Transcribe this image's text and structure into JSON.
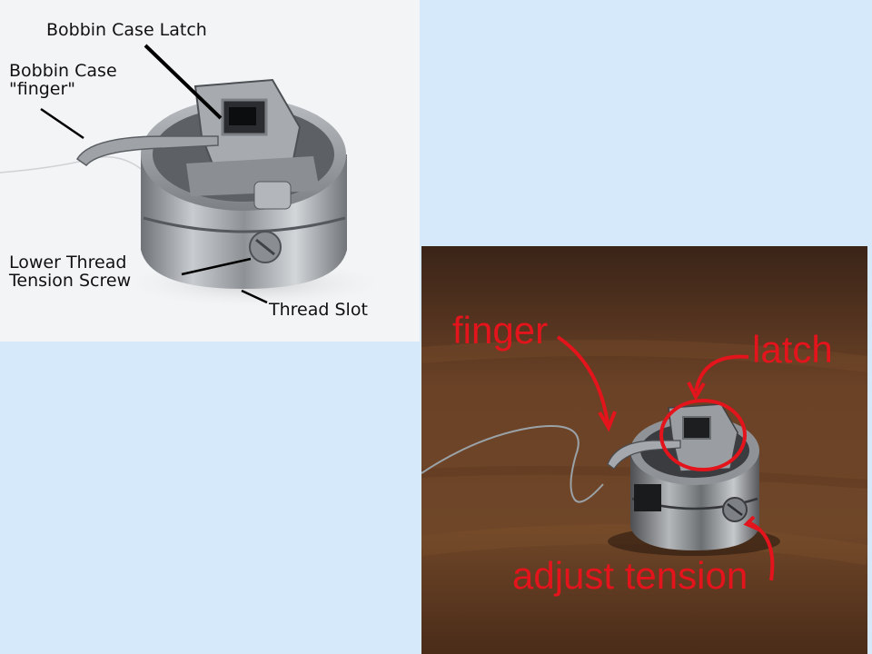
{
  "slide": {
    "background_color": "#d6e9fb"
  },
  "left_photo": {
    "labels": {
      "latch": "Bobbin Case Latch",
      "finger": "Bobbin Case\n\"finger\"",
      "screw": "Lower Thread\nTension Screw",
      "slot": "Thread Slot"
    },
    "label_color": "#111111"
  },
  "right_photo": {
    "labels": {
      "finger": "finger",
      "latch": "latch",
      "tension": "adjust tension"
    },
    "label_color": "#e3141b"
  }
}
